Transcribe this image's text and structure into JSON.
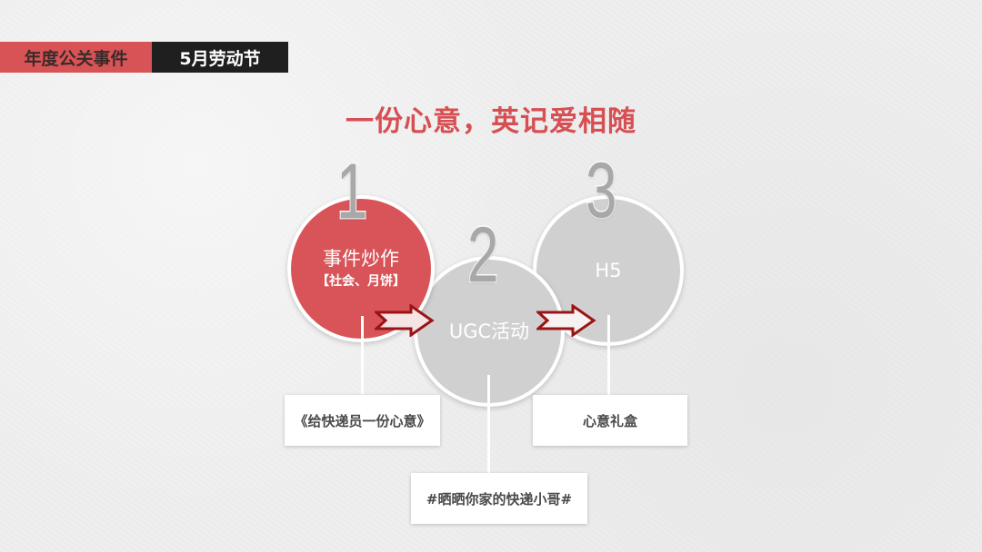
{
  "header": {
    "category_tag": "年度公关事件",
    "event_tag": "5月劳动节"
  },
  "headline": "一份心意，英记爱相随",
  "steps": [
    {
      "number": "1",
      "title": "事件炒作",
      "subtitle": "【社会、月饼】",
      "detail": "《给快递员一份心意》",
      "color": "#d85458"
    },
    {
      "number": "2",
      "title": "UGC活动",
      "subtitle": "",
      "detail": "#晒晒你家的快递小哥#",
      "color": "#d1d0d1"
    },
    {
      "number": "3",
      "title": "H5",
      "subtitle": "",
      "detail": "心意礼盒",
      "color": "#d1d0d1"
    }
  ],
  "colors": {
    "accent_red": "#d85356",
    "dark": "#1f1f1f",
    "arrow_stroke": "#9b1414",
    "circle_gray": "#d1d0d1"
  },
  "icons": [
    "arrow-right-icon",
    "arrow-right-icon"
  ]
}
